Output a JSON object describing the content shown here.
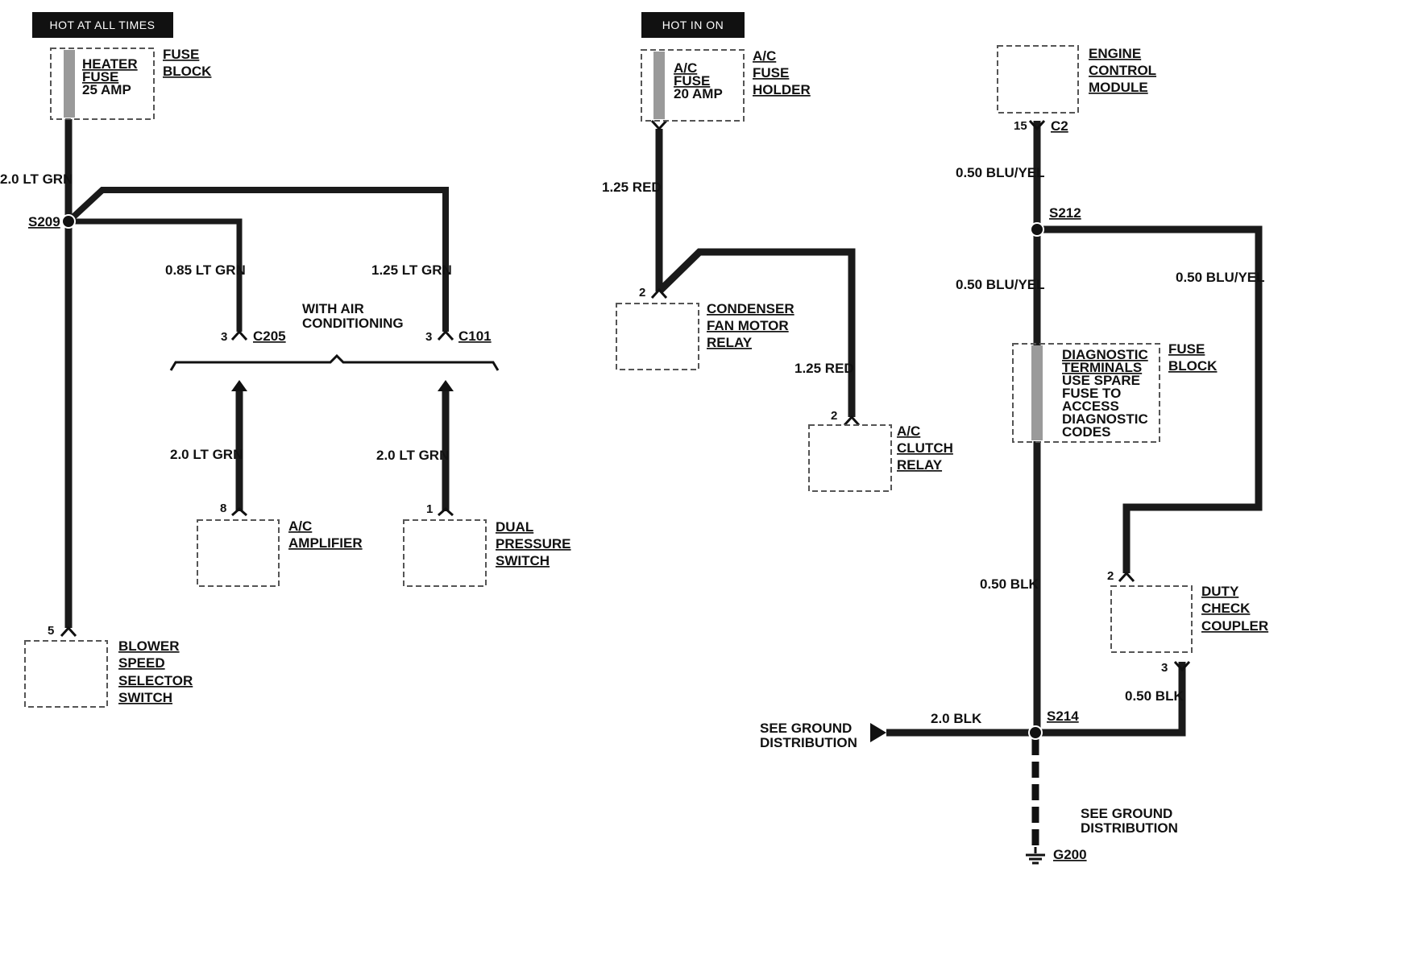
{
  "headers": {
    "hot_at_all_times": "HOT AT ALL TIMES",
    "hot_in_on": "HOT IN ON"
  },
  "components": {
    "heater_fuse": [
      "HEATER",
      "FUSE",
      "25 AMP"
    ],
    "fuse_block_1": [
      "FUSE",
      "BLOCK"
    ],
    "ac_fuse": [
      "A/C",
      "FUSE",
      "20 AMP"
    ],
    "ac_fuse_holder": [
      "A/C",
      "FUSE",
      "HOLDER"
    ],
    "engine_control_module": [
      "ENGINE",
      "CONTROL",
      "MODULE"
    ],
    "condenser_fan_motor_relay": [
      "CONDENSER",
      "FAN MOTOR",
      "RELAY"
    ],
    "ac_clutch_relay": [
      "A/C",
      "CLUTCH",
      "RELAY"
    ],
    "diagnostic_terminals": [
      "DIAGNOSTIC",
      "TERMINALS",
      "USE SPARE",
      "FUSE TO",
      "ACCESS",
      "DIAGNOSTIC",
      "CODES"
    ],
    "fuse_block_2": [
      "FUSE",
      "BLOCK"
    ],
    "ac_amplifier": [
      "A/C",
      "AMPLIFIER"
    ],
    "dual_pressure_switch": [
      "DUAL",
      "PRESSURE",
      "SWITCH"
    ],
    "blower_speed_selector_switch": [
      "BLOWER",
      "SPEED",
      "SELECTOR",
      "SWITCH"
    ],
    "duty_check_coupler": [
      "DUTY",
      "CHECK",
      "COUPLER"
    ]
  },
  "wires": {
    "w_2_0_lt_grn_main": "2.0 LT GRN",
    "w_0_85_lt_grn": "0.85 LT GRN",
    "w_1_25_lt_grn": "1.25 LT GRN",
    "w_2_0_lt_grn_amp": "2.0 LT GRN",
    "w_2_0_lt_grn_dual": "2.0 LT GRN",
    "w_1_25_red_a": "1.25 RED",
    "w_1_25_red_b": "1.25 RED",
    "w_0_50_blu_yel_a": "0.50 BLU/YEL",
    "w_0_50_blu_yel_b": "0.50 BLU/YEL",
    "w_0_50_blu_yel_c": "0.50 BLU/YEL",
    "w_0_50_blk_a": "0.50 BLK",
    "w_0_50_blk_b": "0.50 BLK",
    "w_2_0_blk": "2.0 BLK"
  },
  "splices": {
    "s209": "S209",
    "s212": "S212",
    "s214": "S214",
    "g200": "G200"
  },
  "connectors": {
    "c205": "C205",
    "c101": "C101",
    "c2": "C2"
  },
  "pins": {
    "c205_pin": "3",
    "c101_pin": "3",
    "amp_pin": "8",
    "dual_pin": "1",
    "blower_pin": "5",
    "condenser_pin": "2",
    "clutch_pin": "2",
    "ecm_pin": "15",
    "duty_pin_in": "2",
    "duty_pin_out": "3"
  },
  "notes": {
    "with_air_conditioning": [
      "WITH AIR",
      "CONDITIONING"
    ],
    "see_ground_left": [
      "SEE GROUND",
      "DISTRIBUTION"
    ],
    "see_ground_bottom": [
      "SEE GROUND",
      "DISTRIBUTION"
    ]
  }
}
